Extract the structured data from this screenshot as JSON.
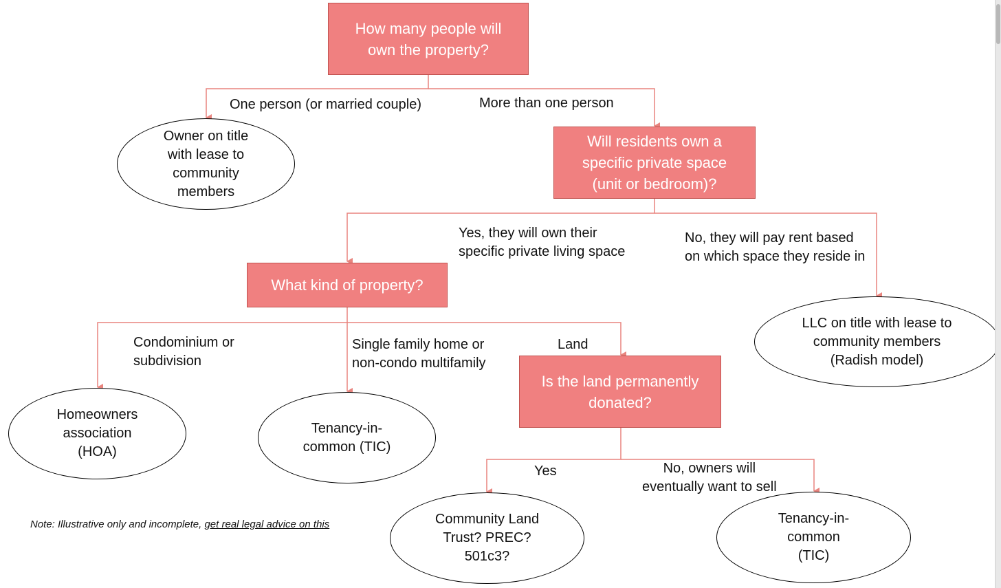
{
  "colors": {
    "decision_fill": "#f08080",
    "decision_border": "#c0504d",
    "connector": "#e8847e",
    "outcome_border": "#000000"
  },
  "decisions": {
    "how_many": "How many people will\nown the property?",
    "own_private_space": "Will residents own a\nspecific  private space\n(unit or bedroom)?",
    "property_kind": "What kind of property?",
    "land_donated": "Is the land permanently\ndonated?"
  },
  "outcomes": {
    "owner_on_title": "Owner on title\nwith lease to\ncommunity\nmembers",
    "llc_on_title": "LLC on title with lease to\ncommunity members\n(Radish model)",
    "hoa": "Homeowners\nassociation\n(HOA)",
    "tic_1": "Tenancy-in-\ncommon (TIC)",
    "clt": "Community Land\nTrust? PREC?\n501c3?",
    "tic_2": "Tenancy-in-\ncommon\n(TIC)"
  },
  "edge_labels": {
    "one_person": "One person (or married couple)",
    "more_than_one": "More than one person",
    "yes_own": "Yes, they will own their\nspecific private living space",
    "no_rent": "No, they will pay rent based\non which space they reside in",
    "condo": "Condominium or\nsubdivision",
    "single_family": "Single family home or\nnon-condo multifamily",
    "land": "Land",
    "yes": "Yes",
    "no_sell": "No, owners will\neventually want to sell"
  },
  "note": {
    "text": "Note: Illustrative only and incomplete, ",
    "link": "get real legal advice on this"
  }
}
